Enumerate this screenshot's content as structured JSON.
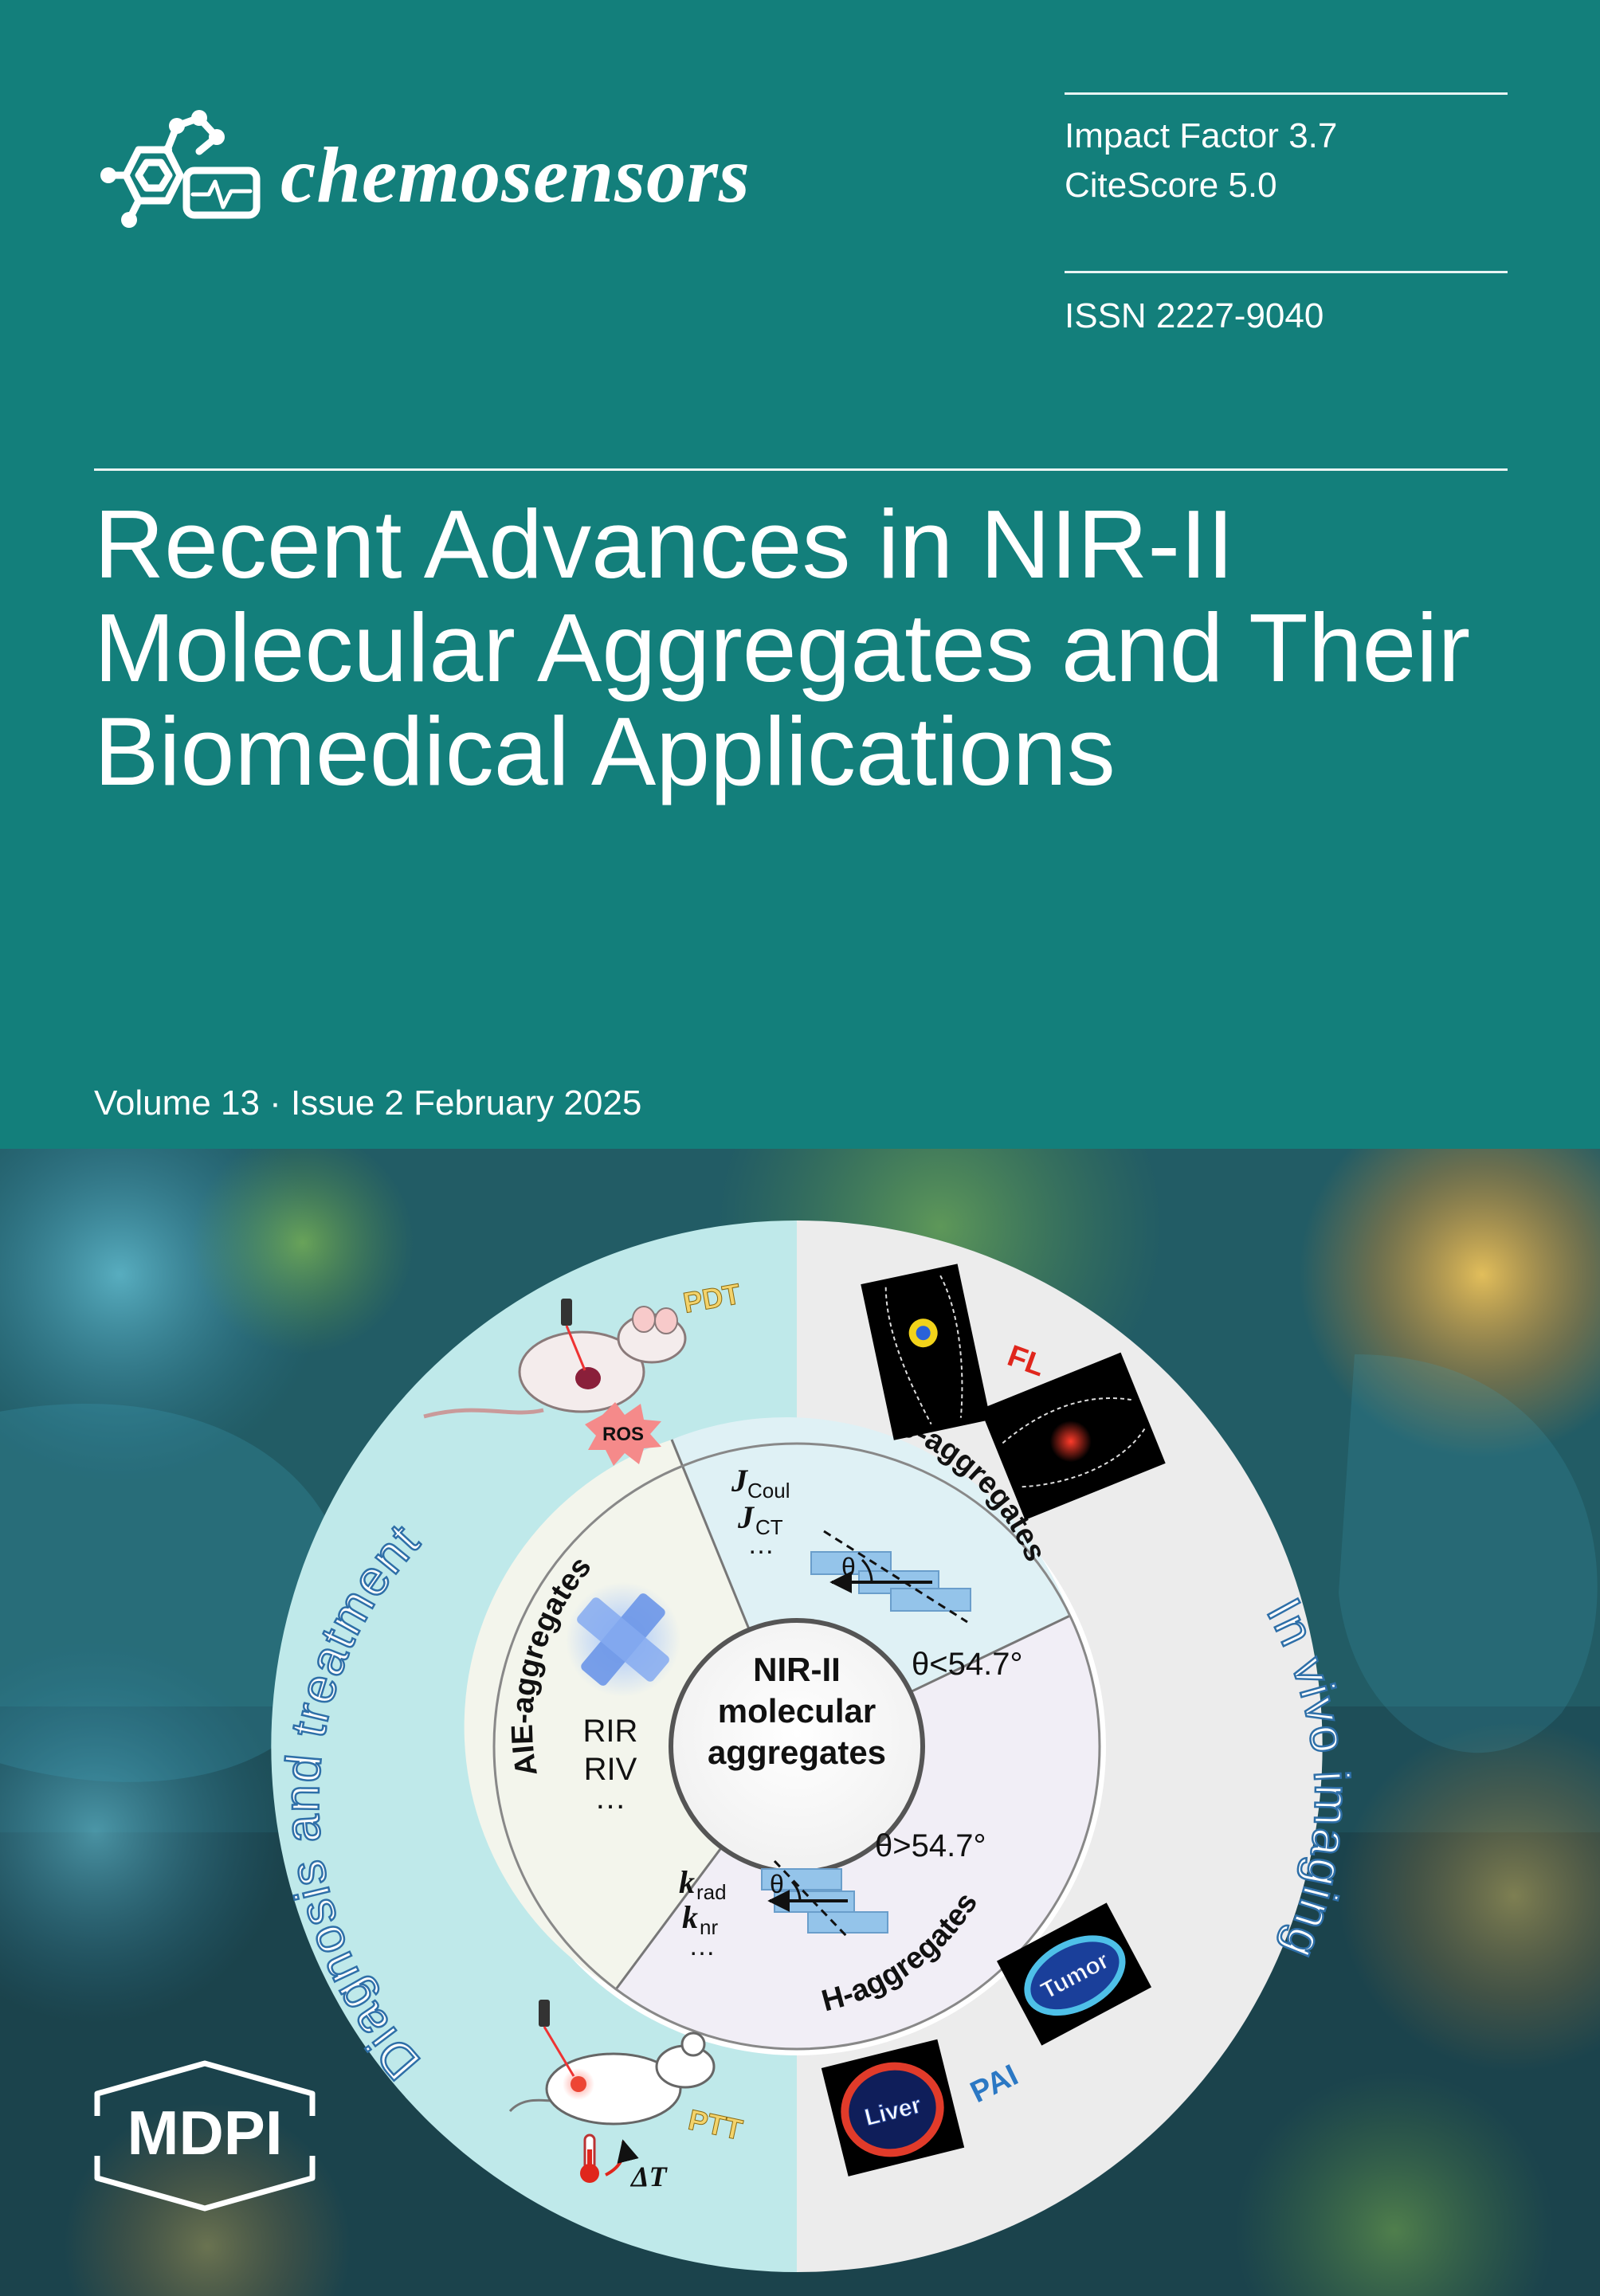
{
  "journal": {
    "name": "chemosensors"
  },
  "metrics": {
    "impact_factor": "Impact Factor 3.7",
    "citescore": "CiteScore 5.0",
    "issn": "ISSN 2227-9040"
  },
  "article": {
    "title_lines": [
      "Recent Advances in NIR-II",
      "Molecular Aggregates and Their",
      "Biomedical Applications"
    ]
  },
  "issue": {
    "label": "Volume 13 · Issue 2 February 2025"
  },
  "figure": {
    "ring_left": "Diagnosis and treatment",
    "ring_right": "In vivo imaging",
    "center": [
      "NIR-II",
      "molecular",
      "aggregates"
    ],
    "sectors": {
      "aie": {
        "name": "AIE-aggregates",
        "items": [
          "RIR",
          "RIV",
          "…"
        ]
      },
      "j": {
        "name": "J-aggregates",
        "j1": "J",
        "j1_sub": "Coul",
        "j2": "J",
        "j2_sub": "CT",
        "more": "…",
        "theta": "θ",
        "angle": "θ<54.7°"
      },
      "h": {
        "name": "H-aggregates",
        "k1": "k",
        "k1_sub": "rad",
        "k2": "k",
        "k2_sub": "nr",
        "more": "…",
        "theta": "θ",
        "angle": "θ>54.7°"
      }
    },
    "labels": {
      "pdt": "PDT",
      "ptt": "PTT",
      "ros": "ROS",
      "delta_t": "ΔT",
      "fl": "FL",
      "pai": "PAI",
      "liver": "Liver",
      "tumor": "Tumor"
    }
  },
  "publisher": {
    "name": "MDPI"
  },
  "colors": {
    "header_bg": "#137f7b",
    "ring_left": "#bfe9ea",
    "ring_right": "#ececec",
    "aie_sector": "#f3f5ec",
    "j_sector": "#dff1f5",
    "h_sector": "#f1eef6",
    "pdt_ptt_label": "#f3d36b",
    "fl_label": "#e0261c",
    "pai_label": "#2b78c4"
  }
}
